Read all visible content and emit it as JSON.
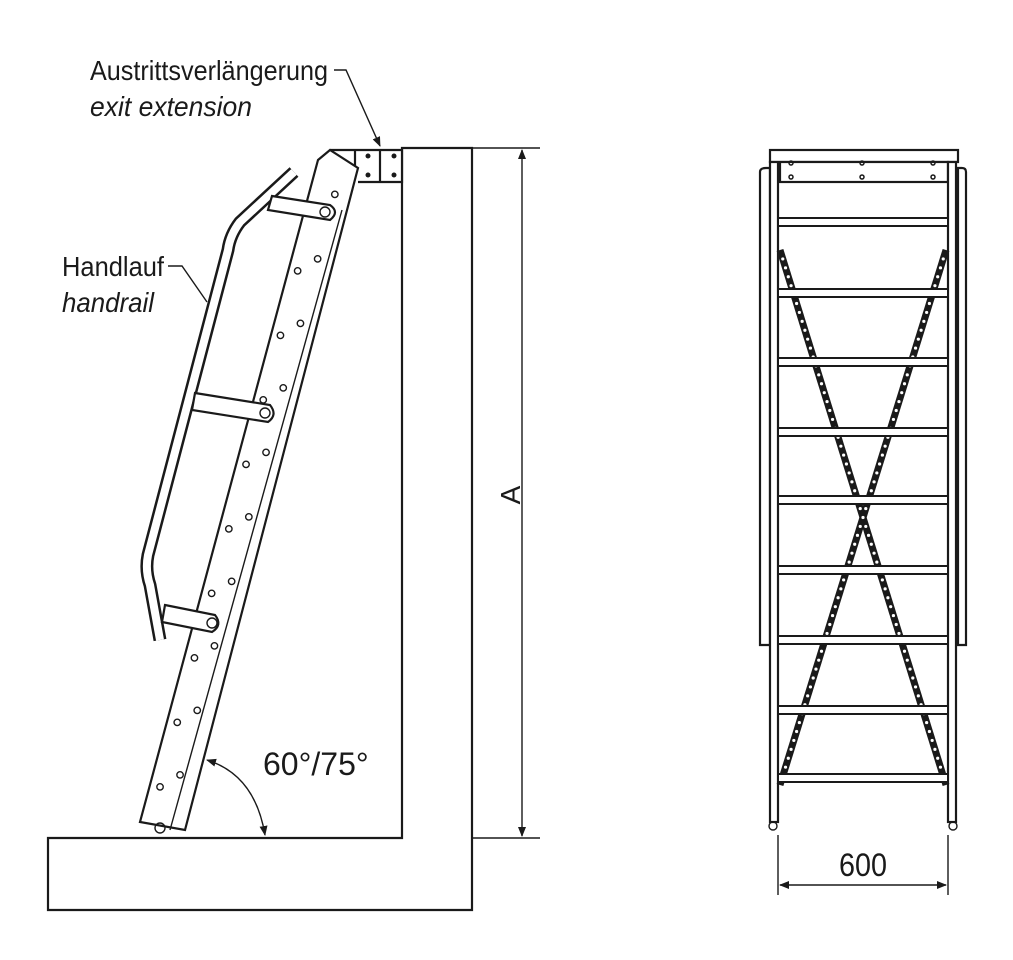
{
  "labels": {
    "exit_extension_de": "Austrittsverlängerung",
    "exit_extension_en": "exit extension",
    "handrail_de": "Handlauf",
    "handrail_en": "handrail",
    "height_dim": "A",
    "angle": "60°/75°",
    "width_dim": "600"
  },
  "colors": {
    "line": "#1a1a1a",
    "hatch": "#8a8aa8"
  }
}
